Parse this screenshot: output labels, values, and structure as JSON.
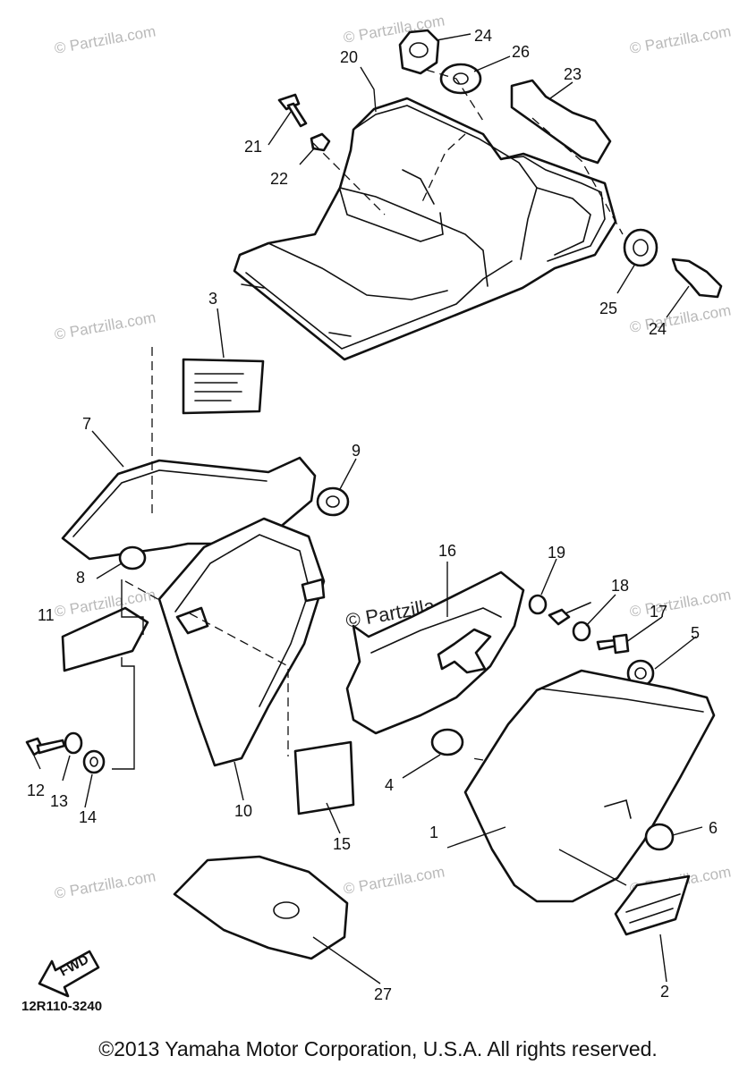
{
  "watermarks": [
    "© Partzilla.com",
    "© Partzilla.com"
  ],
  "callouts": [
    "1",
    "2",
    "3",
    "4",
    "5",
    "6",
    "7",
    "8",
    "9",
    "10",
    "11",
    "12",
    "13",
    "14",
    "15",
    "16",
    "17",
    "18",
    "19",
    "20",
    "21",
    "22",
    "23",
    "24",
    "24",
    "25",
    "26",
    "27"
  ],
  "fwd_label": "FWD",
  "diagram_code": "12R110-3240",
  "copyright": "©2013 Yamaha Motor Corporation, U.S.A. All rights reserved.",
  "colors": {
    "line": "#111111",
    "watermark": "#b9b9b9",
    "background": "#ffffff"
  }
}
